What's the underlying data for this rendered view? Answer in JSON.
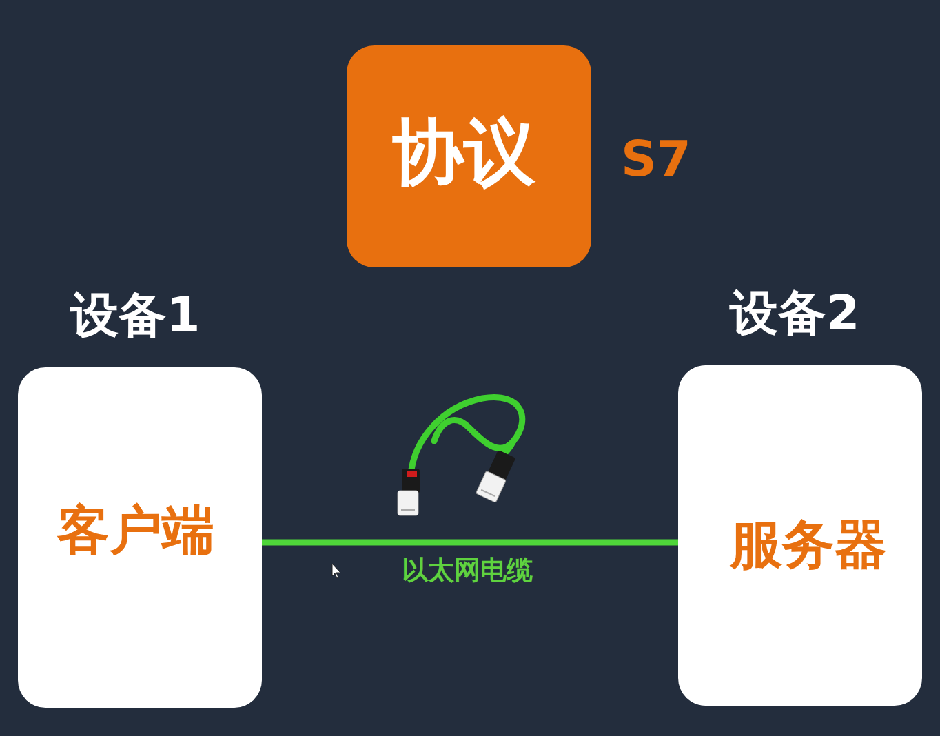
{
  "diagram": {
    "nodes": [
      {
        "text": [
          "协议"
        ]
      },
      {
        "text": [
          "设备1",
          "客户端"
        ]
      },
      {
        "text": [
          "设备2",
          "服务器"
        ]
      }
    ],
    "edges": [
      {
        "from": 1,
        "to": 2,
        "arrow": "none",
        "label": "以太网电缆"
      }
    ],
    "labels": [
      "S7"
    ]
  }
}
